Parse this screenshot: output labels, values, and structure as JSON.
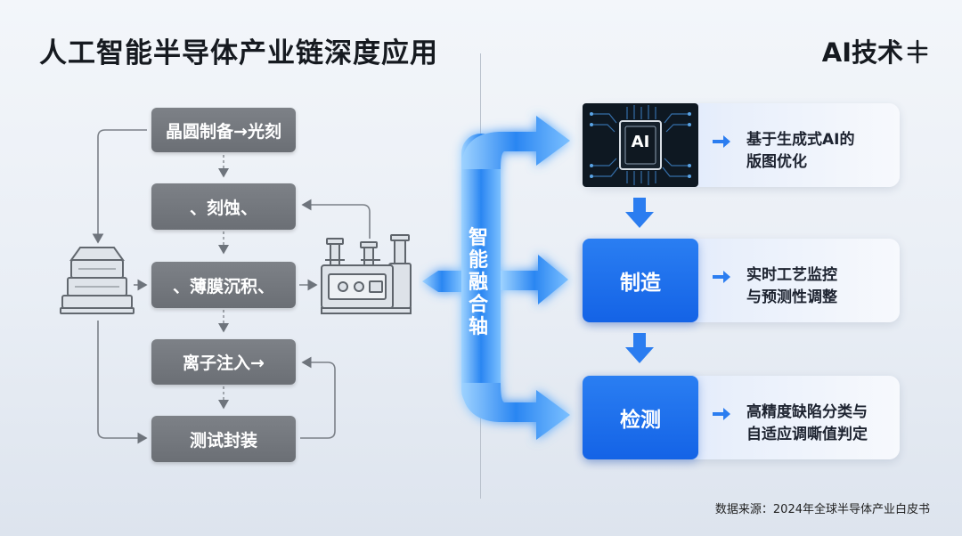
{
  "header": {
    "title": "人工智能半导体产业链深度应用",
    "right_title": "AI技术"
  },
  "left_process": {
    "steps": [
      {
        "label": "晶圆制备→光刻"
      },
      {
        "label": "、刻蚀、"
      },
      {
        "label": "、薄膜沉积、"
      },
      {
        "label": "离子注入→"
      },
      {
        "label": "测试封装"
      }
    ]
  },
  "axis": {
    "chars": [
      "智",
      "能",
      "融",
      "合",
      "轴"
    ]
  },
  "right_panel": {
    "rows": [
      {
        "tile": "AI",
        "desc_line1": "基于生成式AI的",
        "desc_line2": "版图优化"
      },
      {
        "tile": "制造",
        "desc_line1": "实时工艺监控",
        "desc_line2": "与预测性调整"
      },
      {
        "tile": "检测",
        "desc_line1": "高精度缺陷分类与",
        "desc_line2": "自适应调嘶值判定"
      }
    ]
  },
  "footer": {
    "source": "数据来源：2024年全球半导体产业白皮书"
  },
  "colors": {
    "accent_blue": "#1a6cf0",
    "step_gray": "#74787e",
    "chip_dark": "#0e1822",
    "glow": "#7fc3ff"
  }
}
